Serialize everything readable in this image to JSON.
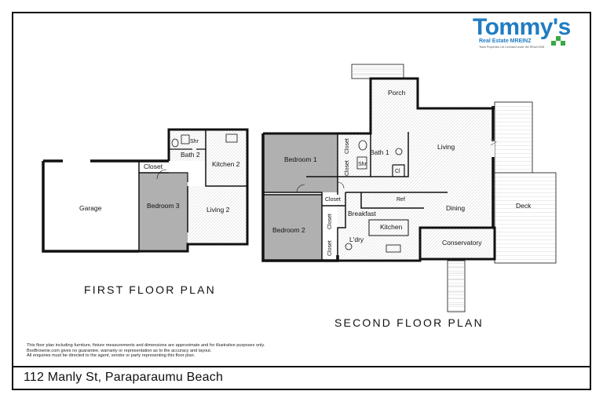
{
  "address": "112 Manly St, Paraparaumu Beach",
  "plans": {
    "first": "FIRST FLOOR PLAN",
    "second": "SECOND FLOOR PLAN"
  },
  "disclaimer": [
    "This floor plan including furniture, fixture measurements and dimensions are approximate and for illustrative purposes only.",
    "BoxBrownie.com gives no guarantee, warranty or representation as to the accuracy and layout.",
    "All enquiries must be directed to the agent, vendor or party representing this floor plan."
  ],
  "logo": {
    "name": "Tommy's",
    "subtitle": "Real Estate MREINZ",
    "tagline": "Team Properties Ltd Licensed under the REAA 2008"
  },
  "rooms": {
    "garage": "Garage",
    "bedroom3": "Bedroom 3",
    "closet_ff": "Closet",
    "bath2": "Bath 2",
    "shr_ff": "Shr",
    "kitchen2": "Kitchen 2",
    "living2": "Living 2",
    "bedroom1": "Bedroom 1",
    "bedroom2": "Bedroom 2",
    "closet_b1a": "Closet",
    "closet_b1b": "Closet",
    "bath1": "Bath 1",
    "shr_sf": "Shr",
    "cl": "Cl",
    "closet_hall": "Closet",
    "ref": "Ref",
    "breakfast": "Breakfast",
    "closet_b2a": "Closet",
    "closet_b2b": "Closet",
    "ldry": "L'dry",
    "kitchen": "Kitchen",
    "living": "Living",
    "dining": "Dining",
    "porch": "Porch",
    "deck": "Deck",
    "conservatory": "Conservatory"
  }
}
